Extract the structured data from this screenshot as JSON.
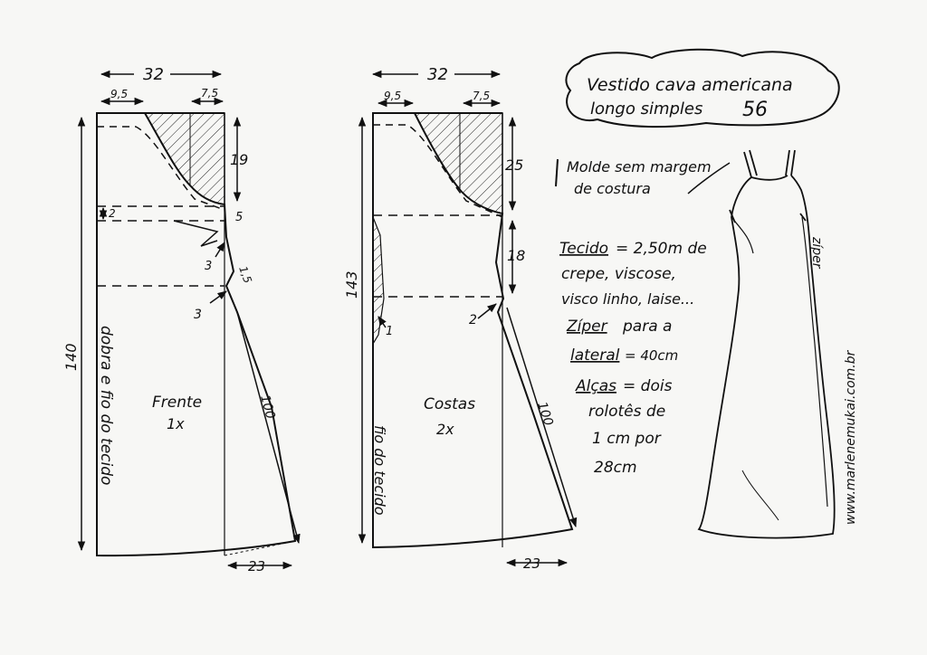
{
  "title": {
    "line1": "Vestido cava americana",
    "line2": "longo simples",
    "number": "56"
  },
  "note": {
    "line1": "Molde sem margem",
    "line2": "de costura"
  },
  "materials": {
    "fabric_label": "Tecido",
    "fabric_amount": "= 2,50m de",
    "fabric_line2": "crepe, viscose,",
    "fabric_line3": "visco linho, laise...",
    "zipper_label": "Zíper",
    "zipper_text1": "para a",
    "zipper_text2": "lateral",
    "zipper_len": "= 40cm",
    "straps_label": "Alças",
    "straps_text1": "= dois",
    "straps_text2": "rolotês de",
    "straps_text3": "1 cm por",
    "straps_text4": "28cm"
  },
  "front": {
    "width": "32",
    "neck": "9,5",
    "shoulder": "7,5",
    "depth_armhole": "19",
    "dart_width": "2",
    "side_1": "5",
    "side_2": "1,5",
    "dart_len": "3",
    "hip_ext": "3",
    "length": "140",
    "fold_text": "dobra e fio do tecido",
    "piece_name": "Frente",
    "piece_count": "1x",
    "skirt_len": "100",
    "hem": "23"
  },
  "back": {
    "width": "32",
    "neck": "9,5",
    "shoulder": "7,5",
    "depth_armhole": "25",
    "side_len": "18",
    "length": "143",
    "center_ext": "1",
    "hip_ext": "2",
    "grain_text": "fio do tecido",
    "piece_name": "Costas",
    "piece_count": "2x",
    "skirt_len": "100",
    "hem": "23"
  },
  "illustration": {
    "zipper_label": "zíper",
    "site": "www.marlenemukai.com.br"
  },
  "colors": {
    "ink": "#111111",
    "paper": "#f7f7f5"
  }
}
